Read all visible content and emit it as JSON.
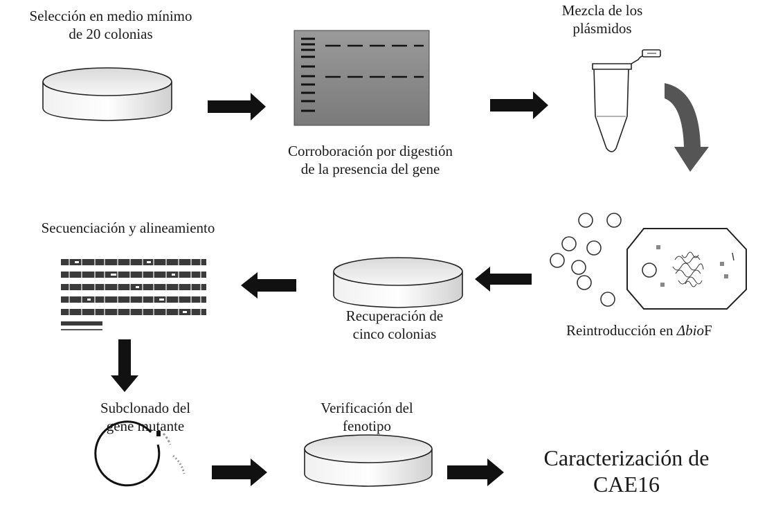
{
  "labels": {
    "seleccion": [
      "Selección en medio mínimo",
      "de 20 colonias"
    ],
    "corroboracion": [
      "Corroboración por digestión",
      "de la presencia del gene"
    ],
    "mezcla": [
      "Mezcla de los",
      "plásmidos"
    ],
    "secuenciacion": [
      "Secuenciación y alineamiento"
    ],
    "recuperacion": [
      "Recuperación de",
      "cinco colonias"
    ],
    "reintroduccion": {
      "prefix": "Reintroducción en ",
      "strain": "Δbio",
      "suffix": "F"
    },
    "subclonado": [
      "Subclonado del",
      "gene mutante"
    ],
    "verificacion": [
      "Verificación del",
      "fenotipo"
    ],
    "caracterizacion": [
      "Caracterización de",
      "CAE16"
    ]
  },
  "colors": {
    "arrow": "#111111",
    "gel": "#8a8a8a",
    "outline": "#222222"
  }
}
